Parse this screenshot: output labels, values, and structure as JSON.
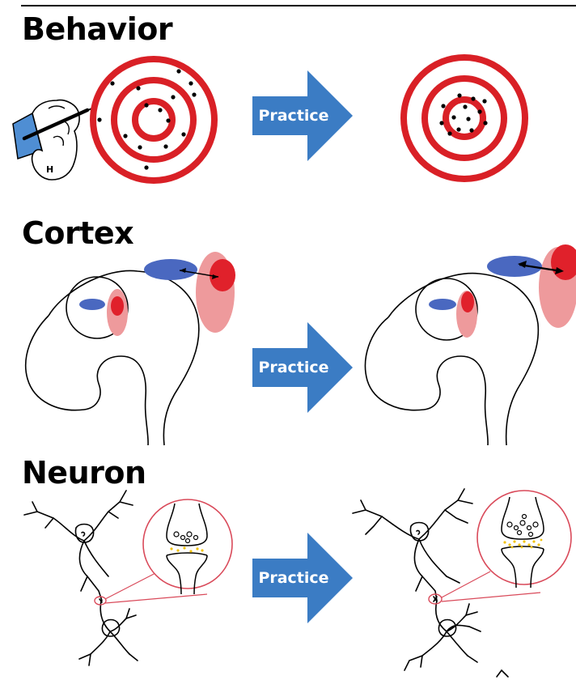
{
  "headings": {
    "behavior": "Behavior",
    "cortex": "Cortex",
    "neuron": "Neuron"
  },
  "arrows": [
    {
      "label": "Practice"
    },
    {
      "label": "Practice"
    },
    {
      "label": "Practice"
    }
  ],
  "hand_mark": "H",
  "colors": {
    "target_ring": "#d92026",
    "arrow_fill": "#3b7cc4",
    "cortex_blue": "#4a68c0",
    "cortex_red": "#e0212b",
    "cortex_pink": "#ee9a9c",
    "synapse_circle": "#d94a5a",
    "neurotransmitter_dots": "#f1c20f",
    "sleeve_blue": "#4f8ed3"
  }
}
